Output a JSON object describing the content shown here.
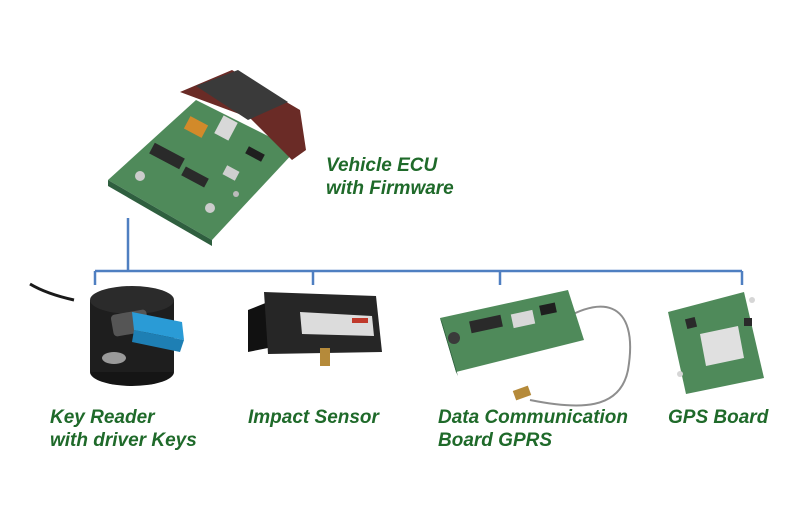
{
  "colors": {
    "label": "#1f6a2a",
    "connector": "#4f7fc1",
    "pcb_green": "#4f8a5a",
    "pcb_dark": "#2f5f3f",
    "housing": "#1e1e1e",
    "key_blue": "#2a9bd6",
    "connector_red": "#6a2b26"
  },
  "nodes": {
    "ecu": {
      "icon": "ecu-board-icon",
      "lines": [
        "Vehicle ECU",
        "with Firmware"
      ]
    },
    "key_reader": {
      "icon": "key-reader-icon",
      "lines": [
        "Key Reader",
        "with driver Keys"
      ]
    },
    "impact_sensor": {
      "icon": "impact-sensor-icon",
      "lines": [
        "Impact Sensor"
      ]
    },
    "data_comm": {
      "icon": "gprs-board-icon",
      "lines": [
        "Data Communication",
        "Board GPRS"
      ]
    },
    "gps": {
      "icon": "gps-board-icon",
      "lines": [
        "GPS Board"
      ]
    }
  }
}
